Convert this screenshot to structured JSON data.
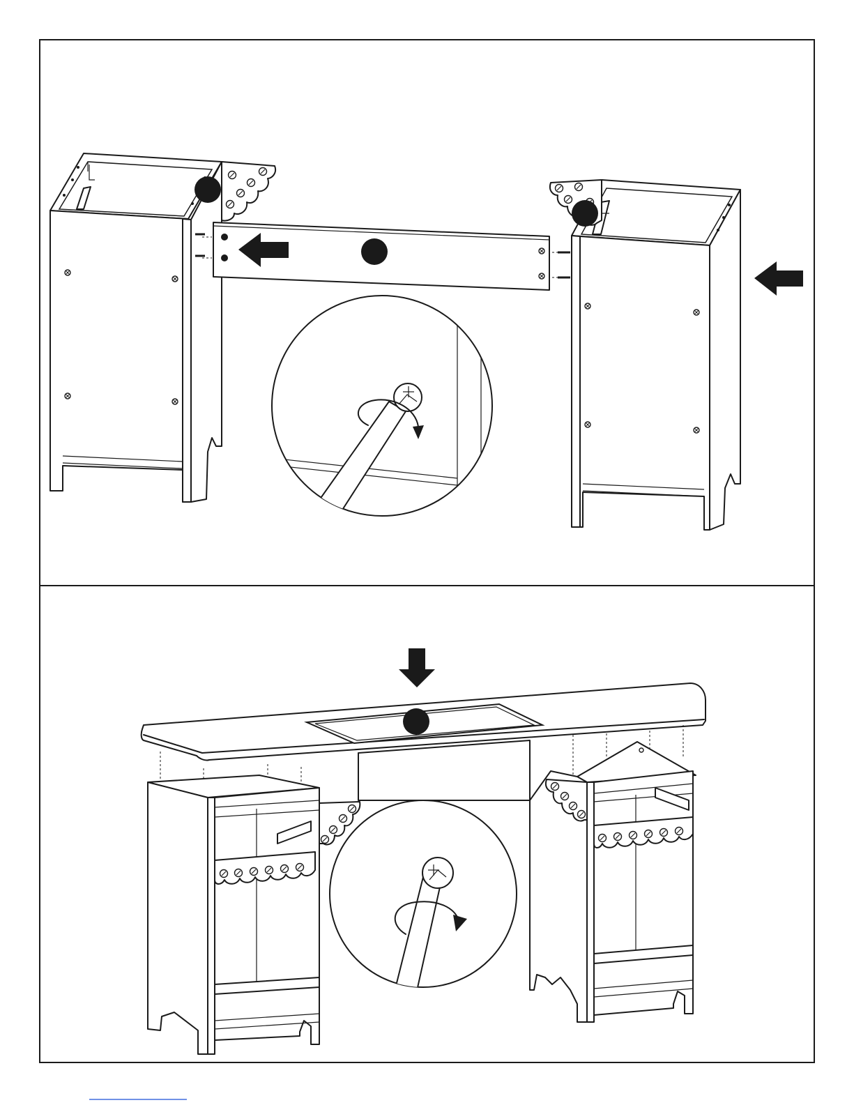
{
  "document": {
    "type": "assembly-instructions",
    "panels": [
      {
        "id": "step-1",
        "description_shown": "",
        "callout_count": 3
      },
      {
        "id": "step-2",
        "description_shown": "",
        "callout_count": 1
      }
    ]
  },
  "colors": {
    "ink": "#1a1a1a",
    "paper": "#ffffff",
    "link": "#1a4fd6"
  },
  "icons": [
    "arrow-left-icon",
    "arrow-down-icon",
    "part-callout-icon",
    "screwdriver-icon",
    "cam-lock-icon",
    "rotate-arrow-icon"
  ]
}
